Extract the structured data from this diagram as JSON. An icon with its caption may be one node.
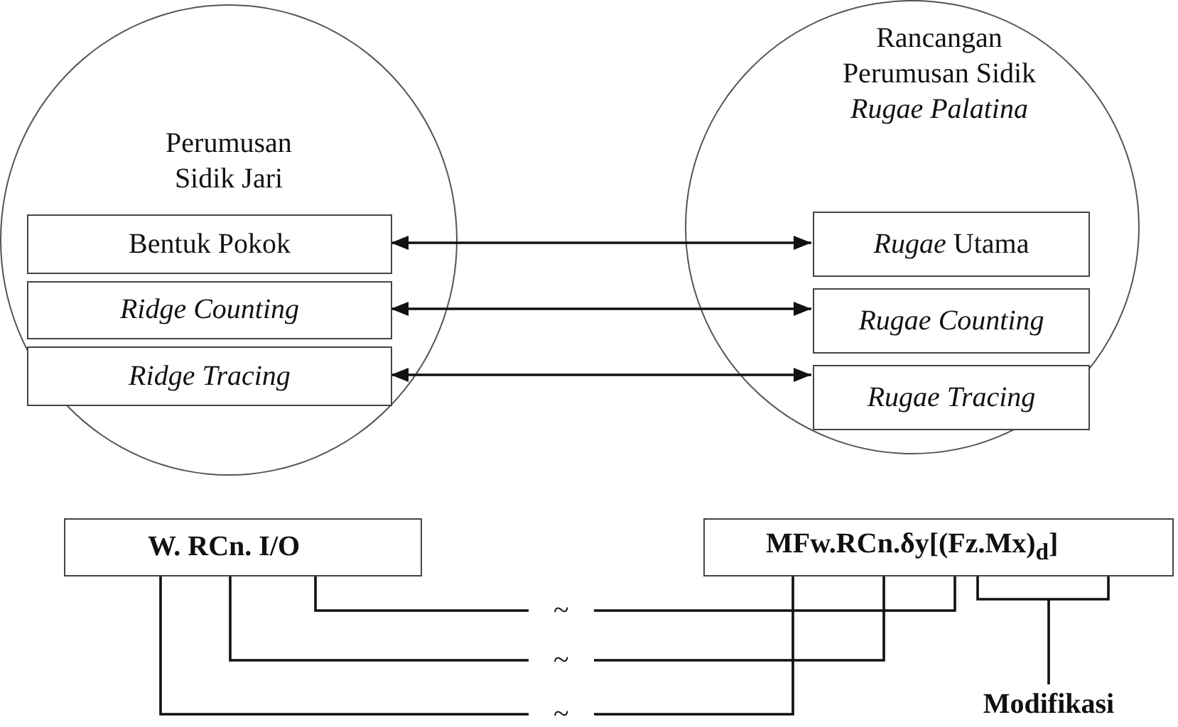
{
  "diagram": {
    "nodes": [
      {
        "text": [
          "Perumusan Sidik Jari"
        ]
      },
      {
        "text": [
          "Bentuk Pokok"
        ],
        "in": 0
      },
      {
        "text": [
          "Ridge Counting"
        ],
        "in": 0
      },
      {
        "text": [
          "Ridge Tracing"
        ],
        "in": 0
      },
      {
        "text": [
          "Rancangan Perumusan Sidik *Rugae Palatina*"
        ]
      },
      {
        "text": [
          "*Rugae* Utama"
        ],
        "in": 4
      },
      {
        "text": [
          "Rugae Counting"
        ],
        "in": 4
      },
      {
        "text": [
          "Rugae Tracing"
        ],
        "in": 4
      },
      {
        "text": [
          "W. RCn. I/O"
        ]
      },
      {
        "text": [
          "MFw.RCn.δy[(Fz.Mx)$_{d}$]"
        ]
      },
      {
        "text": [
          "Modifikasi"
        ]
      }
    ],
    "edges": [
      {
        "from": 1,
        "to": 5,
        "arrow": "both"
      },
      {
        "from": 2,
        "to": 6,
        "arrow": "both"
      },
      {
        "from": 3,
        "to": 7,
        "arrow": "both"
      },
      {
        "from": 8,
        "to": 9,
        "arrow": "none",
        "label": "~"
      },
      {
        "from": 8,
        "to": 9,
        "arrow": "none",
        "label": "~"
      },
      {
        "from": 8,
        "to": 9,
        "arrow": "none",
        "label": "~"
      },
      {
        "from": 9,
        "to": 10,
        "arrow": "none"
      }
    ]
  }
}
